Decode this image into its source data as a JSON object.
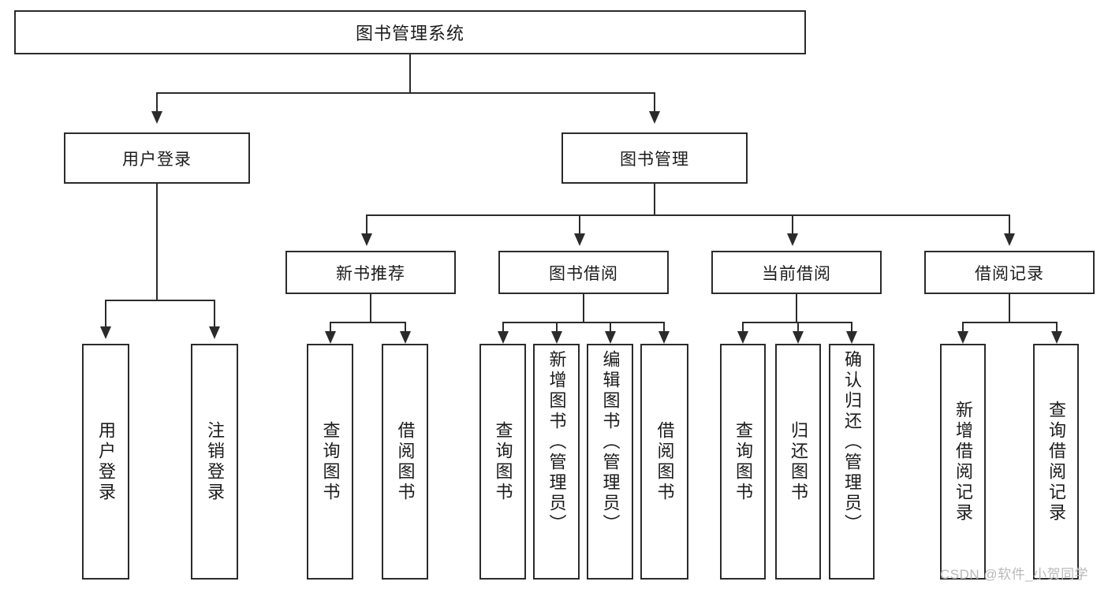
{
  "diagram": {
    "title": "图书管理系统",
    "root": {
      "label": "图书管理系统"
    },
    "level2": [
      {
        "label": "用户登录"
      },
      {
        "label": "图书管理"
      }
    ],
    "level3": [
      {
        "label": "新书推荐"
      },
      {
        "label": "图书借阅"
      },
      {
        "label": "当前借阅"
      },
      {
        "label": "借阅记录"
      }
    ],
    "leaves": {
      "user_login": [
        {
          "label": "用户登录"
        },
        {
          "label": "注销登录"
        }
      ],
      "new_book_recommend": [
        {
          "label": "查询图书"
        },
        {
          "label": "借阅图书"
        }
      ],
      "book_borrow": [
        {
          "label": "查询图书"
        },
        {
          "label": "新增图书（管理员）"
        },
        {
          "label": "编辑图书（管理员）"
        },
        {
          "label": "借阅图书"
        }
      ],
      "current_borrow": [
        {
          "label": "查询图书"
        },
        {
          "label": "归还图书"
        },
        {
          "label": "确认归还（管理员）"
        }
      ],
      "borrow_records": [
        {
          "label": "新增借阅记录"
        },
        {
          "label": "查询借阅记录"
        }
      ]
    }
  },
  "watermark": {
    "text": "CSDN @软件_小贺同学"
  },
  "colors": {
    "stroke": "#2b2b2b",
    "background": "#ffffff",
    "text": "#1b1b1b",
    "watermark": "#b9b9b9"
  }
}
